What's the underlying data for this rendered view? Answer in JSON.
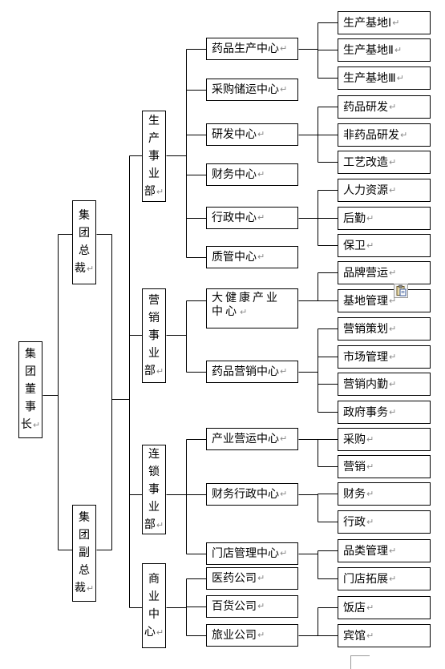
{
  "chairman": "集团董事长",
  "president": "集团总裁",
  "vice_president": "集团副总裁",
  "return_mark": "↵",
  "divisions": [
    {
      "name": "生产事业部",
      "centers": [
        {
          "name": "药品生产中心",
          "units": [
            "生产基地Ⅰ",
            "生产基地Ⅱ",
            "生产基地Ⅲ"
          ]
        },
        {
          "name": "采购储运中心",
          "units": []
        },
        {
          "name": "研发中心",
          "units": [
            "药品研发",
            "非药品研发",
            "工艺改造"
          ]
        },
        {
          "name": "财务中心",
          "units": []
        },
        {
          "name": "行政中心",
          "units": [
            "人力资源",
            "后勤",
            "保卫"
          ]
        },
        {
          "name": "质管中心",
          "units": []
        }
      ]
    },
    {
      "name": "营销事业部",
      "centers": [
        {
          "name": "大健康产业中心",
          "units": [
            "品牌营运",
            "基地管理"
          ]
        },
        {
          "name": "药品营销中心",
          "units": [
            "营销策划",
            "市场管理",
            "营销内勤",
            "政府事务"
          ]
        }
      ]
    },
    {
      "name": "连锁事业部",
      "centers": [
        {
          "name": "产业营运中心",
          "units": [
            "采购",
            "营销"
          ]
        },
        {
          "name": "财务行政中心",
          "units": [
            "财务",
            "行政"
          ]
        },
        {
          "name": "门店管理中心",
          "units": [
            "品类管理",
            "门店拓展"
          ]
        }
      ]
    },
    {
      "name": "商业中心",
      "centers": [
        {
          "name": "医药公司",
          "units": []
        },
        {
          "name": "百货公司",
          "units": []
        },
        {
          "name": "旅业公司",
          "units": [
            "饭店",
            "宾馆"
          ]
        }
      ]
    }
  ]
}
